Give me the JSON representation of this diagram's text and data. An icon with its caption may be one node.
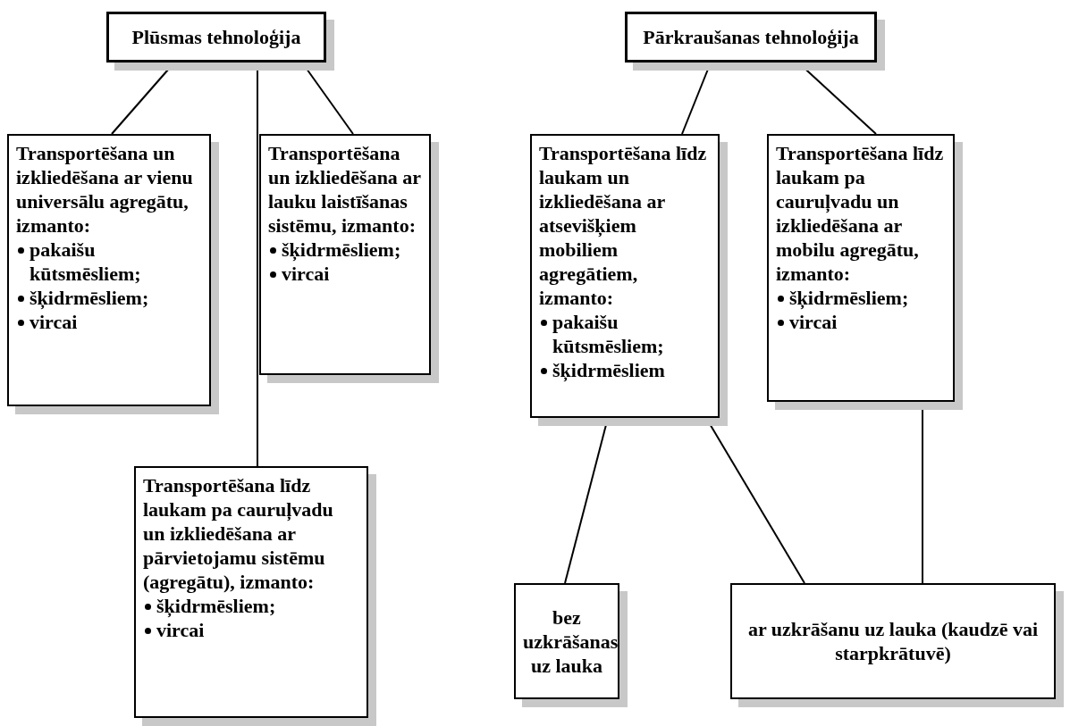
{
  "diagram": {
    "nodes": [
      {
        "text": [
          "Plūsmas tehnoloģija"
        ]
      },
      {
        "text": [
          "Pārkraušanas tehnoloģija"
        ]
      },
      {
        "text": [
          "Transportēšana un izkliedēšana ar vienu universālu agregātu, izmanto:",
          "pakaišu kūtsmēsliem;",
          "šķidrmēsliem;",
          "vircai"
        ]
      },
      {
        "text": [
          "Transportēšana un izkliedēšana ar lauku laistīšanas sistēmu, izmanto:",
          "šķidrmēsliem;",
          "vircai"
        ]
      },
      {
        "text": [
          "Transportēšana līdz laukam pa cauruļvadu un izkliedēšana ar pārvietojamu sistēmu (agregātu), izmanto:",
          "šķidrmēsliem;",
          "vircai"
        ]
      },
      {
        "text": [
          "Transportēšana līdz laukam un izkliedēšana ar atsevišķiem mobiliem agregātiem, izmanto:",
          "pakaišu kūtsmēsliem;",
          "šķidrmēsliem"
        ]
      },
      {
        "text": [
          "Transportēšana līdz laukam pa cauruļvadu un izkliedēšana ar mobilu agregātu, izmanto:",
          "šķidrmēsliem;",
          "vircai"
        ]
      },
      {
        "text": [
          "bez uzkrāšanas uz lauka"
        ]
      },
      {
        "text": [
          "ar uzkrāšanu uz lauka (kaudzē vai starpkrātuvē)"
        ]
      }
    ],
    "edges": [
      {
        "from": 0,
        "to": 2,
        "arrow": "none"
      },
      {
        "from": 0,
        "to": 4,
        "arrow": "none"
      },
      {
        "from": 0,
        "to": 3,
        "arrow": "none"
      },
      {
        "from": 1,
        "to": 5,
        "arrow": "none"
      },
      {
        "from": 1,
        "to": 6,
        "arrow": "none"
      },
      {
        "from": 5,
        "to": 7,
        "arrow": "none"
      },
      {
        "from": 5,
        "to": 8,
        "arrow": "none"
      },
      {
        "from": 6,
        "to": 8,
        "arrow": "none"
      }
    ]
  }
}
